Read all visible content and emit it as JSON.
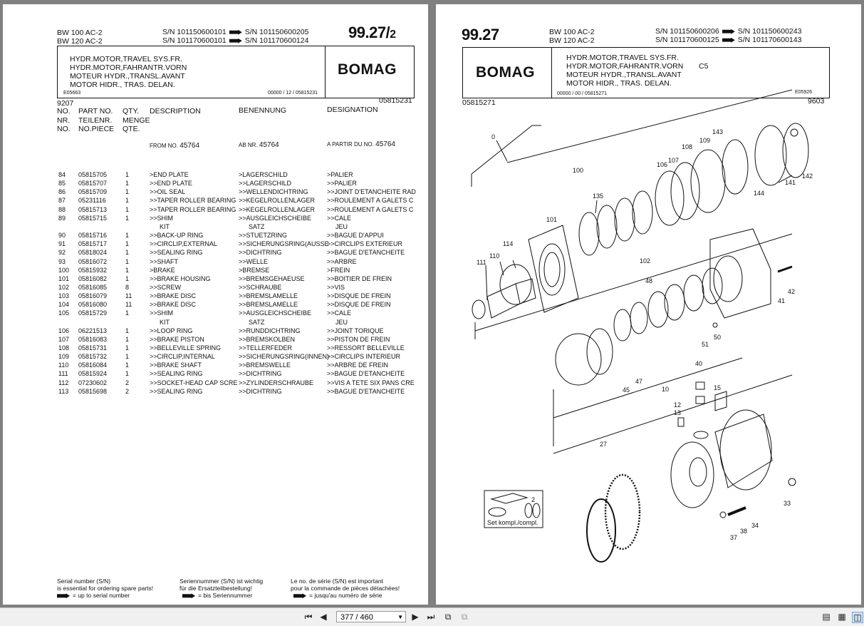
{
  "left_page": {
    "models": [
      "BW 100 AC-2",
      "BW 120 AC-2"
    ],
    "sn_label": "S/N",
    "sn_from": [
      "S/N 101150600101",
      "S/N 101170600101"
    ],
    "sn_to": [
      "S/N 101150600205",
      "S/N 101170600124"
    ],
    "page_number": "99.27/",
    "page_suffix": "2",
    "titles": [
      "HYDR.MOTOR,TRAVEL SYS.FR.",
      "HYDR.MOTOR,FAHRANTR.VORN",
      "MOTEUR HYDR.,TRANSL.AVANT",
      "MOTOR HIDR., TRAS. DELAN."
    ],
    "brand": "BOMAG",
    "doc_code": "E05663",
    "doc_ref": "00000 / 12 / 05815231",
    "date_code": "9207",
    "ref_number": "05815231",
    "headers": {
      "no": [
        "NO.",
        "NR.",
        "NO."
      ],
      "part": [
        "PART NO.",
        "TEILENR.",
        "NO.PIECE"
      ],
      "qty": [
        "QTY.",
        "MENGE",
        "QTE."
      ],
      "description": "DESCRIPTION",
      "benennung": "BENENNUNG",
      "designation": "DESIGNATION"
    },
    "from_en": "FROM NO.",
    "from_de": "AB NR.",
    "from_fr": "A PARTIR DU NO.",
    "from_value": "45764",
    "rows": [
      {
        "no": "84",
        "part": "05815705",
        "qty": "1",
        "en": ">END PLATE",
        "de": ">LAGERSCHILD",
        "fr": ">PALIER"
      },
      {
        "no": "85",
        "part": "05815707",
        "qty": "1",
        "en": ">>END PLATE",
        "de": ">>LAGERSCHILD",
        "fr": ">>PALIER"
      },
      {
        "no": "86",
        "part": "05815709",
        "qty": "1",
        "en": ">>OIL SEAL",
        "de": ">>WELLENDICHTRING",
        "fr": ">>JOINT D'ETANCHEITE RAD"
      },
      {
        "no": "87",
        "part": "05231116",
        "qty": "1",
        "en": ">>TAPER ROLLER BEARING",
        "de": ">>KEGELROLLENLAGER",
        "fr": ">>ROULEMENT A GALETS C"
      },
      {
        "no": "88",
        "part": "05815713",
        "qty": "1",
        "en": ">>TAPER ROLLER BEARING",
        "de": ">>KEGELROLLENLAGER",
        "fr": ">>ROULEMENT A GALETS C"
      },
      {
        "no": "89",
        "part": "05815715",
        "qty": "1",
        "en": ">>SHIM",
        "de": ">>AUSGLEICHSCHEIBE",
        "fr": ">>CALE"
      },
      {
        "no": "",
        "part": "",
        "qty": "",
        "en": "KIT",
        "de": "SATZ",
        "fr": "JEU"
      },
      {
        "no": "90",
        "part": "05815716",
        "qty": "1",
        "en": ">>BACK-UP RING",
        "de": ">>STUETZRING",
        "fr": ">>BAGUE D'APPUI"
      },
      {
        "no": "91",
        "part": "05815717",
        "qty": "1",
        "en": ">>CIRCLIP,EXTERNAL",
        "de": ">>SICHERUNGSRING(AUSSE",
        "fr": ">>CIRCLIPS EXTERIEUR"
      },
      {
        "no": "92",
        "part": "05818024",
        "qty": "1",
        "en": ">>SEALING RING",
        "de": ">>DICHTRING",
        "fr": ">>BAGUE D'ETANCHEITE"
      },
      {
        "no": "93",
        "part": "05816072",
        "qty": "1",
        "en": ">>SHAFT",
        "de": ">>WELLE",
        "fr": ">>ARBRE"
      },
      {
        "no": "100",
        "part": "05815932",
        "qty": "1",
        "en": ">BRAKE",
        "de": ">BREMSE",
        "fr": ">FREIN"
      },
      {
        "no": "101",
        "part": "05816082",
        "qty": "1",
        "en": ">>BRAKE HOUSING",
        "de": ">>BREMSGEHAEUSE",
        "fr": ">>BOITIER DE FREIN"
      },
      {
        "no": "102",
        "part": "05816085",
        "qty": "8",
        "en": ">>SCREW",
        "de": ">>SCHRAUBE",
        "fr": ">>VIS"
      },
      {
        "no": "103",
        "part": "05816079",
        "qty": "11",
        "en": ">>BRAKE DISC",
        "de": ">>BREMSLAMELLE",
        "fr": ">>DISQUE DE FREIN"
      },
      {
        "no": "104",
        "part": "05816080",
        "qty": "11",
        "en": ">>BRAKE DISC",
        "de": ">>BREMSLAMELLE",
        "fr": ">>DISQUE DE FREIN"
      },
      {
        "no": "105",
        "part": "05815729",
        "qty": "1",
        "en": ">>SHIM",
        "de": ">>AUSGLEICHSCHEIBE",
        "fr": ">>CALE"
      },
      {
        "no": "",
        "part": "",
        "qty": "",
        "en": "KIT",
        "de": "SATZ",
        "fr": "JEU"
      },
      {
        "no": "106",
        "part": "06221513",
        "qty": "1",
        "en": ">>LOOP RING",
        "de": ">>RUNDDICHTRING",
        "fr": ">>JOINT TORIQUE"
      },
      {
        "no": "107",
        "part": "05816083",
        "qty": "1",
        "en": ">>BRAKE PISTON",
        "de": ">>BREMSKOLBEN",
        "fr": ">>PISTON DE FREIN"
      },
      {
        "no": "108",
        "part": "05815731",
        "qty": "1",
        "en": ">>BELLEVILLE SPRING",
        "de": ">>TELLERFEDER",
        "fr": ">>RESSORT BELLEVILLE"
      },
      {
        "no": "109",
        "part": "05815732",
        "qty": "1",
        "en": ">>CIRCLIP,INTERNAL",
        "de": ">>SICHERUNGSRING(INNEN)",
        "fr": ">>CIRCLIPS INTERIEUR"
      },
      {
        "no": "110",
        "part": "05816084",
        "qty": "1",
        "en": ">>BRAKE SHAFT",
        "de": ">>BREMSWELLE",
        "fr": ">>ARBRE DE FREIN"
      },
      {
        "no": "111",
        "part": "05815924",
        "qty": "1",
        "en": ">>SEALING RING",
        "de": ">>DICHTRING",
        "fr": ">>BAGUE D'ETANCHEITE"
      },
      {
        "no": "112",
        "part": "07230602",
        "qty": "2",
        "en": ">>SOCKET-HEAD CAP SCRE",
        "de": ">>ZYLINDERSCHRAUBE",
        "fr": ">>VIS A TETE SIX PANS CRE"
      },
      {
        "no": "113",
        "part": "05815698",
        "qty": "2",
        "en": ">>SEALING RING",
        "de": ">>DICHTRING",
        "fr": ">>BAGUE D'ETANCHEITE"
      }
    ],
    "footer_en": [
      "Serial number (S/N)",
      "is essential for ordering spare parts!",
      "= up to serial number"
    ],
    "footer_de": [
      "Seriennummer (S/N) ist wichtig",
      "für die Ersatzteilbestellung!",
      "= bis Seriennummer"
    ],
    "footer_fr": [
      "Le no. de série (S/N) est important",
      "pour la commande de pièces détachées!",
      "= jusqu'au numéro de série"
    ]
  },
  "right_page": {
    "page_number": "99.27",
    "models": [
      "BW 100 AC-2",
      "BW 120 AC-2"
    ],
    "sn_from": [
      "S/N 101150600206",
      "S/N 101170600125"
    ],
    "sn_to": [
      "S/N 101150600243",
      "S/N 101170600143"
    ],
    "brand": "BOMAG",
    "titles": [
      "HYDR.MOTOR,TRAVEL SYS.FR.",
      "HYDR.MOTOR,FAHRANTR.VORN",
      "MOTEUR HYDR.,TRANSL.AVANT",
      "MOTOR HIDR., TRAS. DELAN."
    ],
    "grid_ref": "C5",
    "doc_ref": "00000 / 00 / 05815271",
    "doc_code": "E05926",
    "ref_number": "05815271",
    "date_code": "9603",
    "callouts": [
      "0",
      "100",
      "101",
      "102",
      "106",
      "107",
      "108",
      "109",
      "110",
      "111",
      "114",
      "135",
      "141",
      "142",
      "143",
      "144",
      "48",
      "41",
      "42",
      "50",
      "51",
      "47",
      "45",
      "40",
      "10",
      "12",
      "13",
      "15",
      "27",
      "33",
      "34",
      "37",
      "38",
      "2"
    ],
    "kit_label": "Set kompl./compl."
  },
  "toolbar": {
    "page_display": "377 / 460",
    "icons": [
      "first-page-icon",
      "prev-page-icon",
      "next-page-icon",
      "last-page-icon",
      "fit-page-icon",
      "fit-width-icon",
      "single-page-icon",
      "continuous-icon",
      "two-page-icon"
    ]
  }
}
